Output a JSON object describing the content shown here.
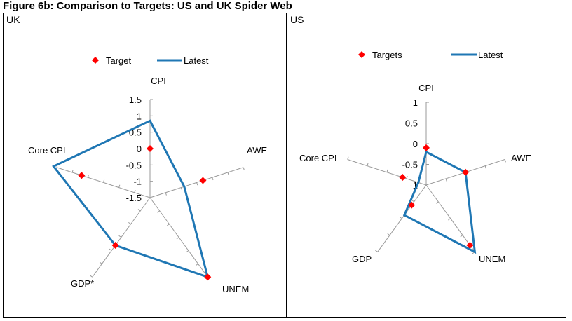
{
  "figure_title": "Figure 6b: Comparison to Targets: US and UK Spider Web",
  "panels": {
    "left_label": "UK",
    "right_label": "US"
  },
  "colors": {
    "latest": "#1F77B4",
    "target": "#FF0000",
    "axis": "#999999"
  },
  "chart_data": [
    {
      "type": "radar",
      "axes": [
        "CPI",
        "AWE",
        "UNEM",
        "GDP*",
        "Core CPI"
      ],
      "range": [
        -1.5,
        1.5
      ],
      "tick_step": 0.5,
      "tick_labels": [
        "1.5",
        "1",
        "0.5",
        "0",
        "-0.5",
        "-1",
        "-1.5"
      ],
      "legend": {
        "target": "Target",
        "latest": "Latest"
      },
      "series": [
        {
          "name": "Target",
          "marker": "diamond",
          "values": [
            0,
            0.2,
            1.5,
            0.3,
            0.7
          ]
        },
        {
          "name": "Latest",
          "marker": "line",
          "values": [
            0.85,
            -0.4,
            1.5,
            0.3,
            1.6
          ]
        }
      ]
    },
    {
      "type": "radar",
      "axes": [
        "CPI",
        "AWE",
        "UNEM",
        "GDP",
        "Core CPI"
      ],
      "range": [
        -1,
        1
      ],
      "tick_step": 0.5,
      "tick_labels": [
        "1",
        "0.5",
        "0",
        "-0.5",
        "-1"
      ],
      "legend": {
        "target": "Targets",
        "latest": "Latest"
      },
      "series": [
        {
          "name": "Targets",
          "marker": "diamond",
          "values": [
            -0.1,
            0,
            0.8,
            -0.4,
            -0.4
          ]
        },
        {
          "name": "Latest",
          "marker": "line",
          "values": [
            -0.2,
            0,
            1,
            -0.1,
            -0.8
          ]
        }
      ]
    }
  ]
}
